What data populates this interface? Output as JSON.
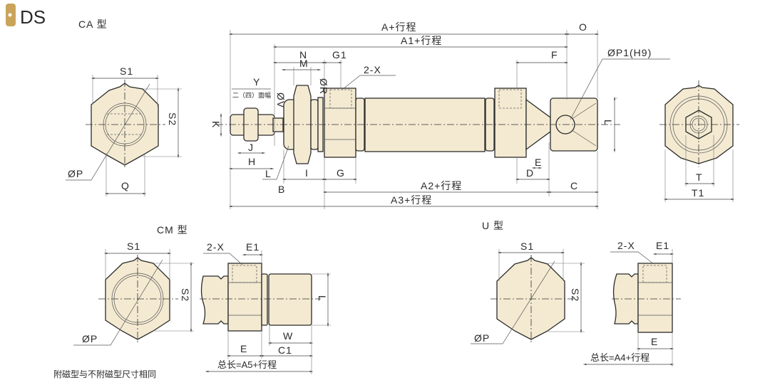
{
  "header": {
    "badge_color": "#c9a45a",
    "series": "DS"
  },
  "ca_view": {
    "title": "CA 型",
    "s1": "S1",
    "s2": "S2",
    "p": "ØP",
    "q": "Q"
  },
  "main_view": {
    "a_stroke": "A+行程",
    "o": "O",
    "a1_stroke": "A1+行程",
    "n": "N",
    "g1": "G1",
    "m": "M",
    "x2": "2-X",
    "f": "F",
    "p1": "ØP1(H9)",
    "y": "Y",
    "flats": "二（四）面幅",
    "v": "ØV",
    "r": "ØR",
    "k": "K",
    "j": "J",
    "h": "H",
    "l_left": "L",
    "i": "I",
    "b": "B",
    "g": "G",
    "d": "D",
    "e": "E",
    "a2_stroke": "A2+行程",
    "c": "C",
    "a3_stroke": "A3+行程",
    "l_right": "L"
  },
  "rear_view": {
    "t": "T",
    "t1": "T1"
  },
  "cm_view": {
    "title": "CM 型",
    "s1": "S1",
    "s2": "S2",
    "p": "ØP",
    "x2": "2-X",
    "e1": "E1",
    "l": "L",
    "w": "W",
    "e": "E",
    "c1": "C1",
    "total": "总长=A5+行程",
    "note": "附磁型与不附磁型尺寸相同"
  },
  "u_view": {
    "title": "U 型",
    "s1": "S1",
    "s2": "S2",
    "p": "ØP",
    "x2": "2-X",
    "e1": "E1",
    "e": "E",
    "total": "总长=A4+行程"
  }
}
